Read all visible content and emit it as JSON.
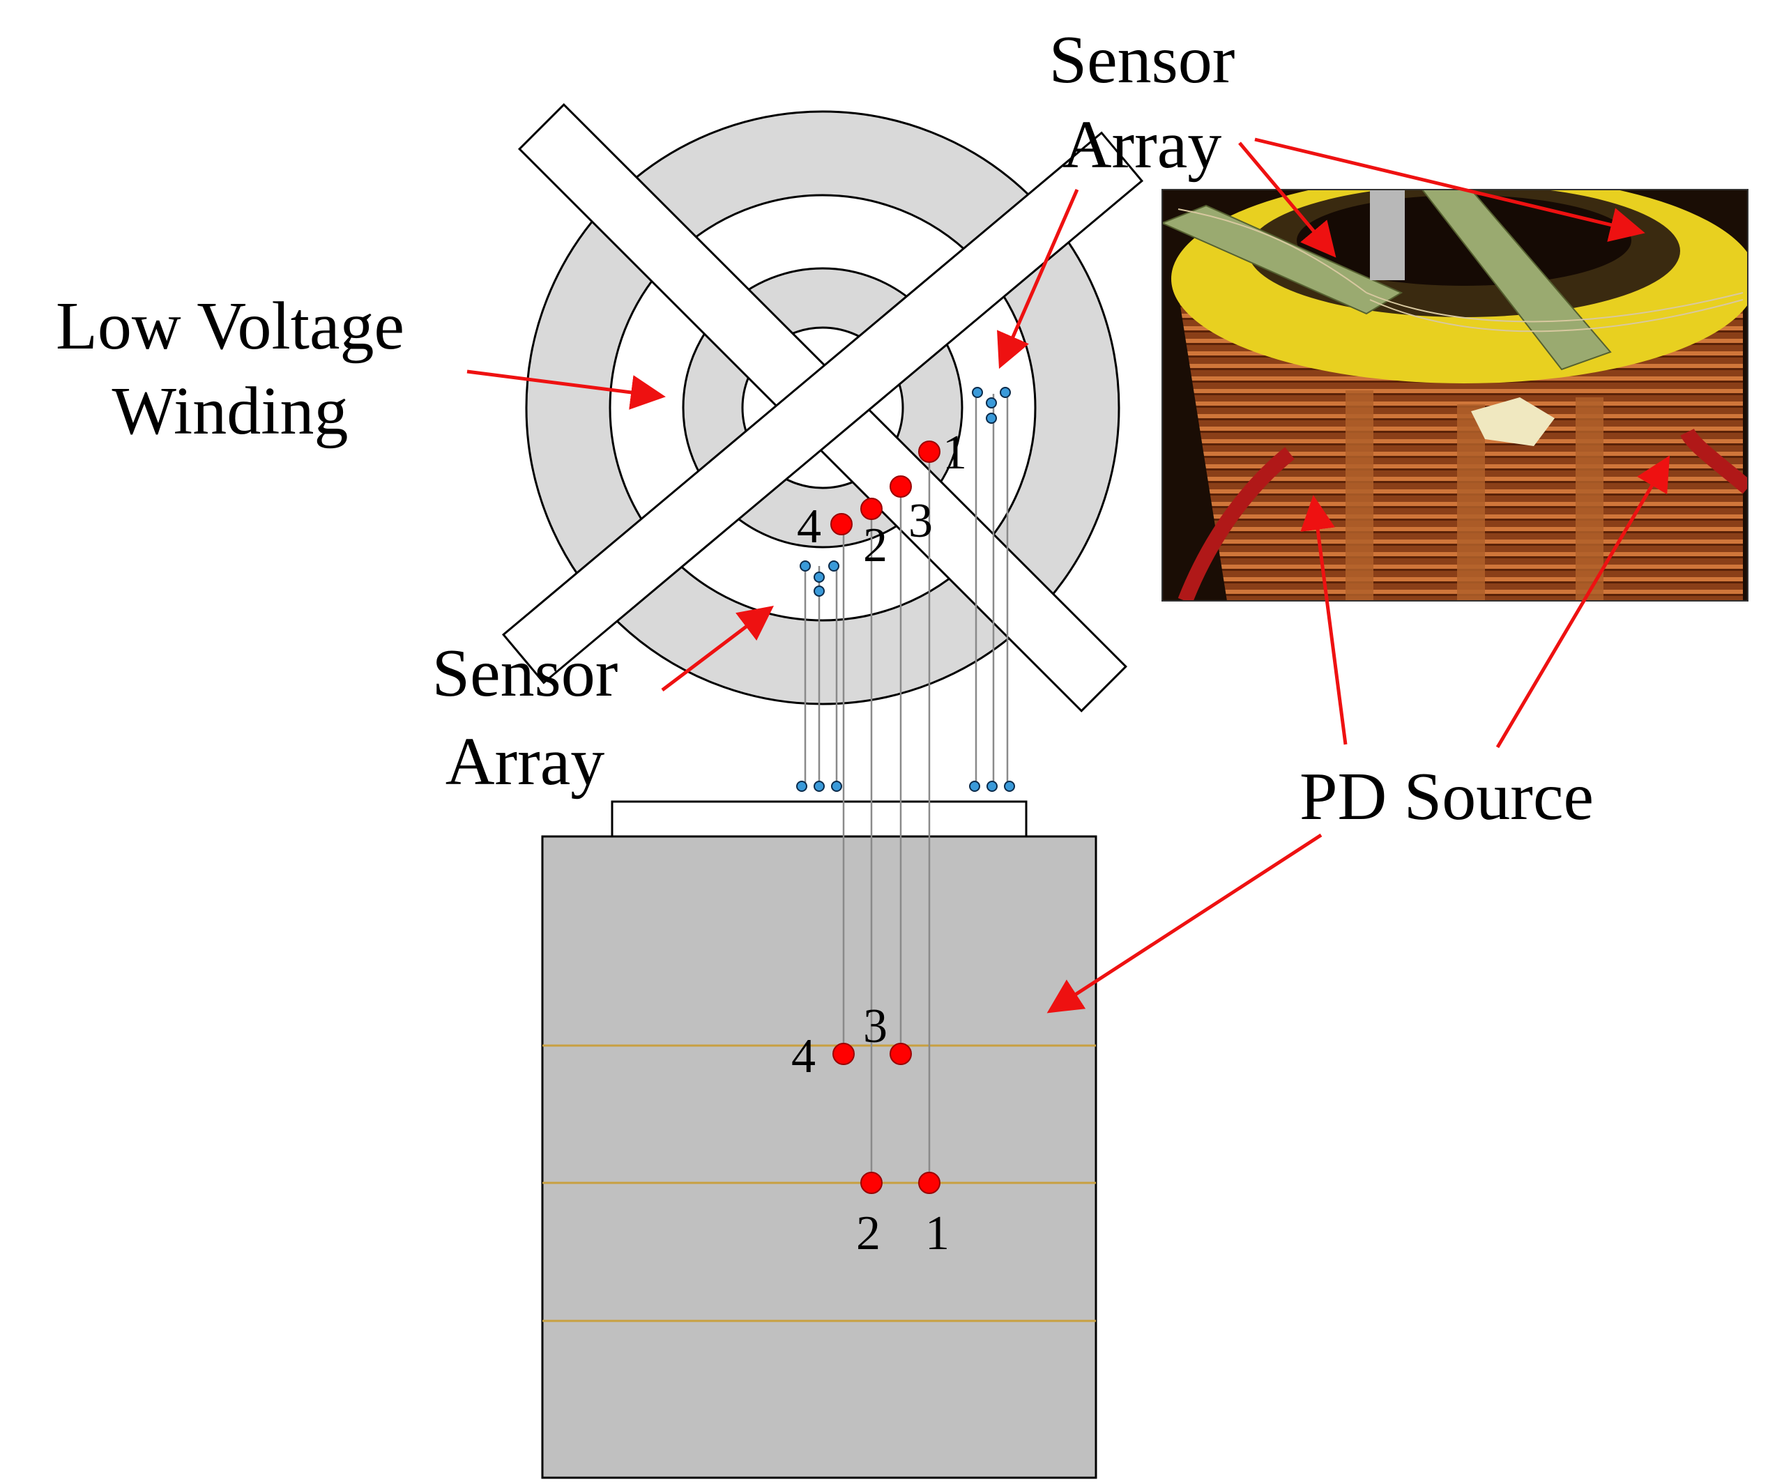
{
  "labels": {
    "low_voltage_winding_line1": "Low Voltage",
    "low_voltage_winding_line2": "Winding",
    "sensor_array_top_line1": "Sensor",
    "sensor_array_top_line2": "Array",
    "sensor_array_left_line1": "Sensor",
    "sensor_array_left_line2": "Array",
    "pd_source": "PD Source"
  },
  "pd_sources_top_view": [
    {
      "label": "1"
    },
    {
      "label": "2"
    },
    {
      "label": "3"
    },
    {
      "label": "4"
    }
  ],
  "pd_sources_side_view": [
    {
      "label": "1"
    },
    {
      "label": "2"
    },
    {
      "label": "3"
    },
    {
      "label": "4"
    }
  ],
  "colors": {
    "pd_source": "#ff0000",
    "sensor": "#3a9ad9",
    "annotation_arrow": "#ee1111",
    "winding_fill": "#d9d9d9",
    "tank_fill": "#c0c0c0",
    "layer_line": "#c8a040"
  },
  "photo": {
    "description_icon": "transformer-winding-photo"
  }
}
